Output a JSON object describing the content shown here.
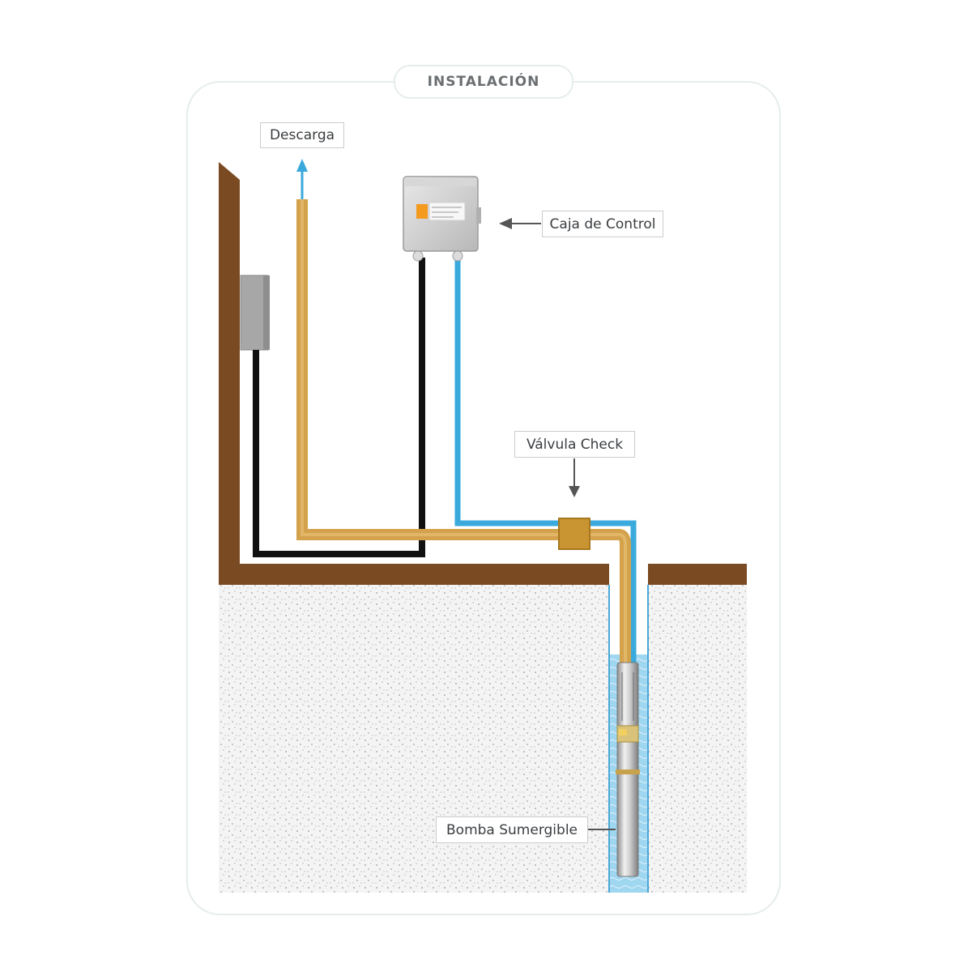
{
  "title": "INSTALACIÓN",
  "labels": {
    "discharge": "Descarga",
    "control_box": "Caja de Control",
    "check_valve": "Válvula Check",
    "submersible_pump": "Bomba Sumergible"
  },
  "colors": {
    "ground_brown": "#7a4a22",
    "pipe_gold": "#d4a24c",
    "cable_black": "#111111",
    "cable_blue": "#3aa9dc",
    "water_blue": "#8fcfee",
    "soil_grey": "#f2f2f2"
  }
}
